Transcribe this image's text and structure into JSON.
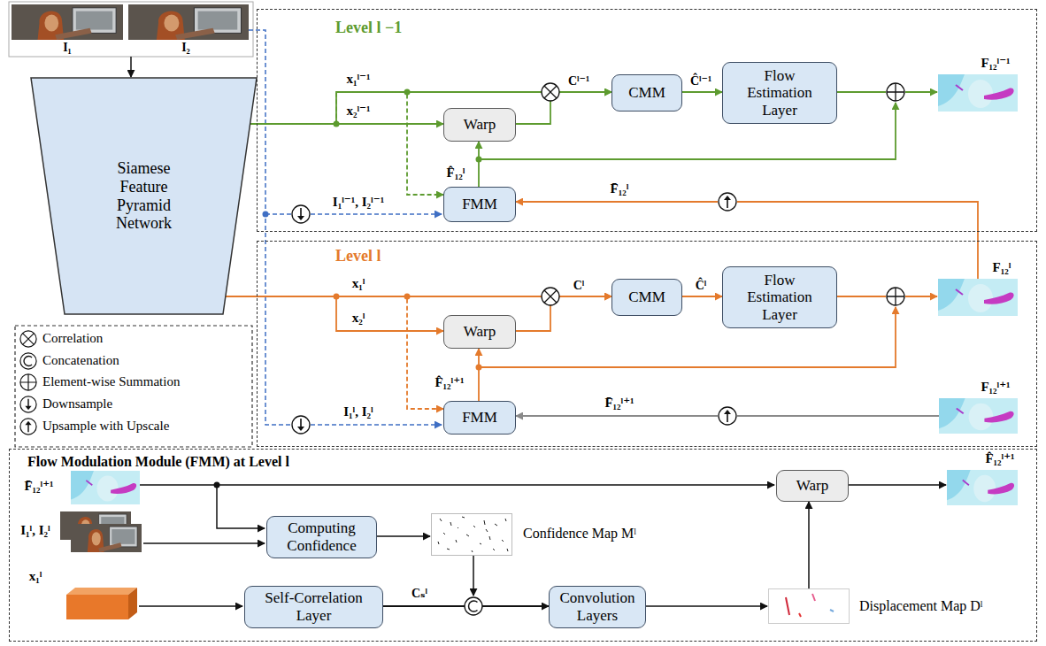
{
  "diagram": {
    "nodes": [
      {
        "text": [
          "Siamese Feature Pyramid Network"
        ]
      },
      {
        "text": [
          "Level l −1"
        ]
      },
      {
        "text": [
          "Warp"
        ],
        "in": 1
      },
      {
        "text": [
          "CMM"
        ],
        "in": 1
      },
      {
        "text": [
          "Flow Estimation Layer"
        ],
        "in": 1
      },
      {
        "text": [
          "FMM"
        ],
        "in": 1
      },
      {
        "text": [
          "Level l"
        ]
      },
      {
        "text": [
          "Warp"
        ],
        "in": 6
      },
      {
        "text": [
          "CMM"
        ],
        "in": 6
      },
      {
        "text": [
          "Flow Estimation Layer"
        ],
        "in": 6
      },
      {
        "text": [
          "FMM"
        ],
        "in": 6
      },
      {
        "text": [
          "Flow Modulation Module (FMM) at Level l"
        ]
      },
      {
        "text": [
          "Computing Confidence"
        ],
        "in": 11
      },
      {
        "text": [
          "Self-Correlation Layer"
        ],
        "in": 11
      },
      {
        "text": [
          "Convolution Layers"
        ],
        "in": 11
      },
      {
        "text": [
          "Warp"
        ],
        "in": 11
      }
    ],
    "edges": [
      {
        "from": 0,
        "to": 2,
        "arrow": "to"
      },
      {
        "from": 0,
        "to": 3,
        "arrow": "to"
      },
      {
        "from": 0,
        "to": 5,
        "arrow": "to"
      },
      {
        "from": 2,
        "to": 3,
        "arrow": "to",
        "label": "Cˡ⁻¹"
      },
      {
        "from": 3,
        "to": 4,
        "arrow": "to",
        "label": "Ĉˡ⁻¹"
      },
      {
        "from": 5,
        "to": 2,
        "arrow": "to"
      },
      {
        "from": 0,
        "to": 7,
        "arrow": "to"
      },
      {
        "from": 0,
        "to": 8,
        "arrow": "to"
      },
      {
        "from": 0,
        "to": 10,
        "arrow": "to"
      },
      {
        "from": 7,
        "to": 8,
        "arrow": "to",
        "label": "Cˡ"
      },
      {
        "from": 8,
        "to": 9,
        "arrow": "to",
        "label": "Ĉˡ"
      },
      {
        "from": 10,
        "to": 7,
        "arrow": "to"
      },
      {
        "from": 13,
        "to": 14,
        "arrow": "to",
        "label": "Cₛˡ"
      }
    ],
    "labels": [
      "I₁",
      "I₂",
      "x₁ˡ⁻¹",
      "x₂ˡ⁻¹",
      "F̂₁₂ˡ",
      "I₁ˡ⁻¹, I₂ˡ⁻¹",
      "F̄₁₂ˡ",
      "F₁₂ˡ⁻¹",
      "x₁ˡ",
      "x₂ˡ",
      "F̂₁₂ˡ⁺¹",
      "I₁ˡ, I₂ˡ",
      "F̄₁₂ˡ⁺¹",
      "F₁₂ˡ",
      "F₁₂ˡ⁺¹",
      "F̄₁₂ˡ⁺¹",
      "I₁ˡ, I₂ˡ",
      "x₁ˡ",
      "Confidence Map Mˡ",
      "Displacement Map Dˡ",
      "F̂₁₂ˡ⁺¹"
    ],
    "legend": [
      {
        "text": "Correlation"
      },
      {
        "text": "Concatenation"
      },
      {
        "text": "Element-wise Summation"
      },
      {
        "text": "Downsample"
      },
      {
        "text": "Upsample with Upscale"
      }
    ]
  }
}
